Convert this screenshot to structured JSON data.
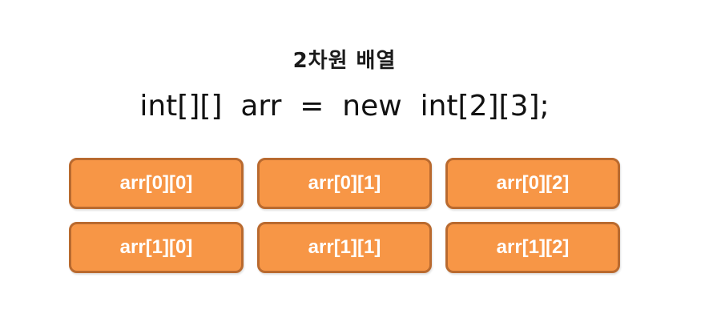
{
  "title": "2차원 배열",
  "code": "int[][]  arr  =  new  int[2][3];",
  "cells": [
    "arr[0][0]",
    "arr[0][1]",
    "arr[0][2]",
    "arr[1][0]",
    "arr[1][1]",
    "arr[1][2]"
  ],
  "colors": {
    "cell_fill": "#f79646",
    "cell_border": "#b96a2f",
    "cell_text": "#ffffff"
  }
}
